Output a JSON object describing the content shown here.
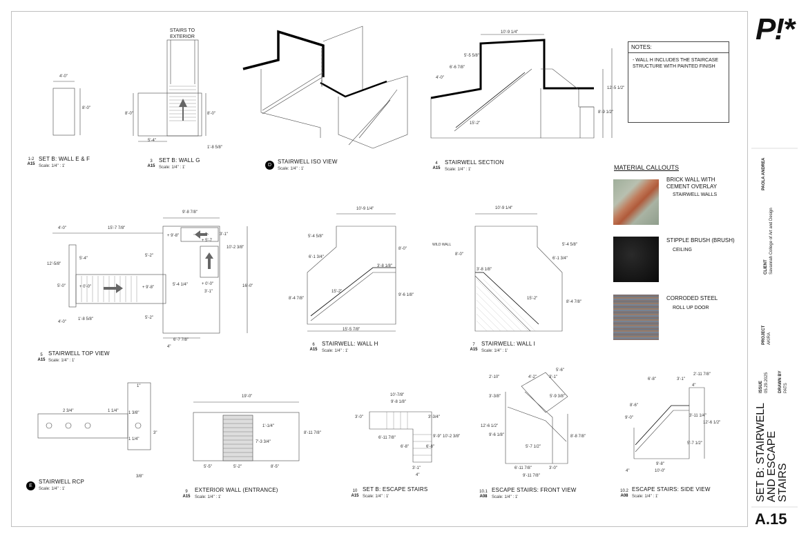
{
  "drawings": [
    {
      "id": "d1",
      "num": "1-2",
      "sheet": "A15",
      "title": "SET B: WALL E & F",
      "scale": "Scale:  1/4\" : 1'"
    },
    {
      "id": "d2",
      "num": "3",
      "sheet": "A15",
      "title": "SET B: WALL G",
      "scale": "Scale:  1/4\" : 1'"
    },
    {
      "id": "d3",
      "num": "D",
      "sheet": "",
      "title": "STAIRWELL ISO VIEW",
      "scale": "Scale:  1/4\" : 1'"
    },
    {
      "id": "d4",
      "num": "4",
      "sheet": "A15",
      "title": "STAIRWELL SECTION",
      "scale": "Scale:  1/4\" : 1'"
    },
    {
      "id": "d5",
      "num": "5",
      "sheet": "A15",
      "title": "STAIRWELL TOP VIEW",
      "scale": "Scale:  1/4\" : 1'"
    },
    {
      "id": "d6",
      "num": "6",
      "sheet": "A15",
      "title": "STAIRWELL: WALL H",
      "scale": "Scale:  1/4\" : 1'"
    },
    {
      "id": "d7",
      "num": "7",
      "sheet": "A15",
      "title": "STAIRWELL: WALL I",
      "scale": "Scale:  1/4\" : 1'"
    },
    {
      "id": "d8",
      "num": "E",
      "sheet": "",
      "title": "STAIRWELL RCP",
      "scale": "Scale:  1/4\" : 1'"
    },
    {
      "id": "d9",
      "num": "9",
      "sheet": "A15",
      "title": "EXTERIOR WALL (ENTRANCE)",
      "scale": "Scale:  1/4\" : 1'"
    },
    {
      "id": "d10",
      "num": "10",
      "sheet": "A15",
      "title": "SET B: ESCAPE STAIRS",
      "scale": "Scale:  1/4\" : 1'"
    },
    {
      "id": "d11",
      "num": "10.1",
      "sheet": "A08",
      "title": "ESCAPE STAIRS: FRONT VIEW",
      "scale": "Scale:  1/4\" : 1'"
    },
    {
      "id": "d12",
      "num": "10.2",
      "sheet": "A08",
      "title": "ESCAPE STAIRS: SIDE VIEW",
      "scale": "Scale:  1/4\" : 1'"
    }
  ],
  "labels": {
    "stairs_to_exterior": "STAIRS TO EXTERIOR",
    "wild_wall": "WILD WALL"
  },
  "dims": {
    "d1_w": "4'-0\"",
    "d1_h": "8'-0\"",
    "d2_l": "8'-0\"",
    "d2_r": "8'-0\"",
    "d2_b": "5'-4\"",
    "d2_b2": "1'-8 5/8\"",
    "d4_top": "10'-9 1/4\"",
    "d4_a": "4'-0\"",
    "d4_b": "6'-6 7/8\"",
    "d4_c": "5'-5 5/8\"",
    "d4_d": "15'-2\"",
    "d4_e": "8'-9 1/2\"",
    "d4_f": "12'-5 1/2\"",
    "d5_a": "4'-0\"",
    "d5_b": "15'-7 7/8\"",
    "d5_c": "9'-8 7/8\"",
    "d5_d": "12'-5/8\"",
    "d5_e": "5'-4\"",
    "d5_f": "5'-0\"",
    "d5_g": "4'-0\"",
    "d5_h": "1'-8 5/8\"",
    "d5_i": "5'-2\"",
    "d5_j": "5'-4 1/4\"",
    "d5_k": "5'-2\"",
    "d5_l": "10'-2 3/8\"",
    "d5_m": "16'-0\"",
    "d5_n": "6'-7 7/8\"",
    "d5_o": "4\"",
    "d5_p": "3'-1\"",
    "d5_q": "3'-1\"",
    "d5_r": "+ 9'-8\"",
    "d5_s": "+ 0'-0\"",
    "d5_t": "+ 9'-8\"",
    "d5_u": "+ 5'-7",
    "d5_v": "+ 0'-0\"",
    "d6_top": "10'-9 1/4\"",
    "d6_a": "5'-4 5/8\"",
    "d6_b": "6'-1 3/4\"",
    "d6_c": "3'-8 1/8\"",
    "d6_d": "8'-0\"",
    "d6_e": "15'-2\"",
    "d6_f": "8'-4 7/8\"",
    "d6_g": "9'-6 1/8\"",
    "d6_h": "15'-5 7/8\"",
    "d7_top": "10'-9 1/4\"",
    "d7_a": "8'-0\"",
    "d7_b": "5'-4 5/8\"",
    "d7_c": "6'-1 3/4\"",
    "d7_d": "3'-8 1/8\"",
    "d7_e": "15'-2\"",
    "d7_f": "8'-4 7/8\"",
    "d8_a": "2 3/4\"",
    "d8_b": "1 1/4\"",
    "d8_c": "1\"",
    "d8_d": "1 3/8\"",
    "d8_e": "1 1/4\"",
    "d8_f": "3\"",
    "d8_g": "3/8\"",
    "d9_top": "19'-0\"",
    "d9_a": "1'-1/4\"",
    "d9_b": "7'-3 3/4\"",
    "d9_c": "8'-11 7/8\"",
    "d9_d": "5'-5\"",
    "d9_e": "5'-2\"",
    "d9_f": "8'-5\"",
    "d10_a": "10'-7/8\"",
    "d10_b": "9'-8 1/8\"",
    "d10_c": "3'-0\"",
    "d10_d": "3'-3/4\"",
    "d10_e": "6'-11 7/8\"",
    "d10_f": "6'-8\"",
    "d10_g": "6'-8\"",
    "d10_h": "9'-9\"",
    "d10_i": "10'-2 3/8\"",
    "d10_j": "3'-1\"",
    "d10_k": "4\"",
    "d11_a": "2'-10\"",
    "d11_b": "4'-2\"",
    "d11_c": "3'-1\"",
    "d11_d": "5'-6\"",
    "d11_e": "3'-3/8\"",
    "d11_f": "5'-9 3/8\"",
    "d11_g": "12'-6 1/2\"",
    "d11_h": "9'-6 1/8\"",
    "d11_i": "5'-7 1/2\"",
    "d11_j": "8'-8 7/8\"",
    "d11_k": "6'-11 7/8\"",
    "d11_l": "3'-0\"",
    "d11_m": "9'-11 7/8\"",
    "d12_a": "6'-8\"",
    "d12_b": "3'-1\"",
    "d12_c": "2'-11 7/8\"",
    "d12_d": "4\"",
    "d12_e": "8'-6\"",
    "d12_f": "9'-0\"",
    "d12_g": "3'-11 1/4\"",
    "d12_h": "12'-6 1/2\"",
    "d12_i": "5'-7 1/2\"",
    "d12_j": "9'-8\"",
    "d12_k": "10'-0\"",
    "d12_l": "4\""
  },
  "notes": {
    "heading": "NOTES:",
    "body": "- WALL H INCLUDES THE STAIRCASE STRUCTURE WITH PAINTED FINISH"
  },
  "materials": {
    "heading": "MATERIAL CALLOUTS",
    "items": [
      {
        "name": "BRICK WALL WITH CEMENT OVERLAY",
        "use": "STAIRWELL WALLS"
      },
      {
        "name": "STIPPLE BRUSH (BRUSH)",
        "use": "CEILING"
      },
      {
        "name": "CORRODED STEEL",
        "use": "ROLL UP DOOR"
      }
    ]
  },
  "titleblock": {
    "logo": "P!*",
    "designer": "PAOLA ANDREA",
    "client_label": "CLIENT",
    "client": "Savannah College of Art and Design",
    "project_label": "PROJECT",
    "project": "AKIRA",
    "issue_label": "ISSUE",
    "issue": "05.29.2025",
    "drawn_label": "DRAWN BY",
    "drawn": "PATS",
    "sheet_title": "SET B: STAIRWELL AND ESCAPE STAIRS",
    "sheet_number": "A.15"
  }
}
